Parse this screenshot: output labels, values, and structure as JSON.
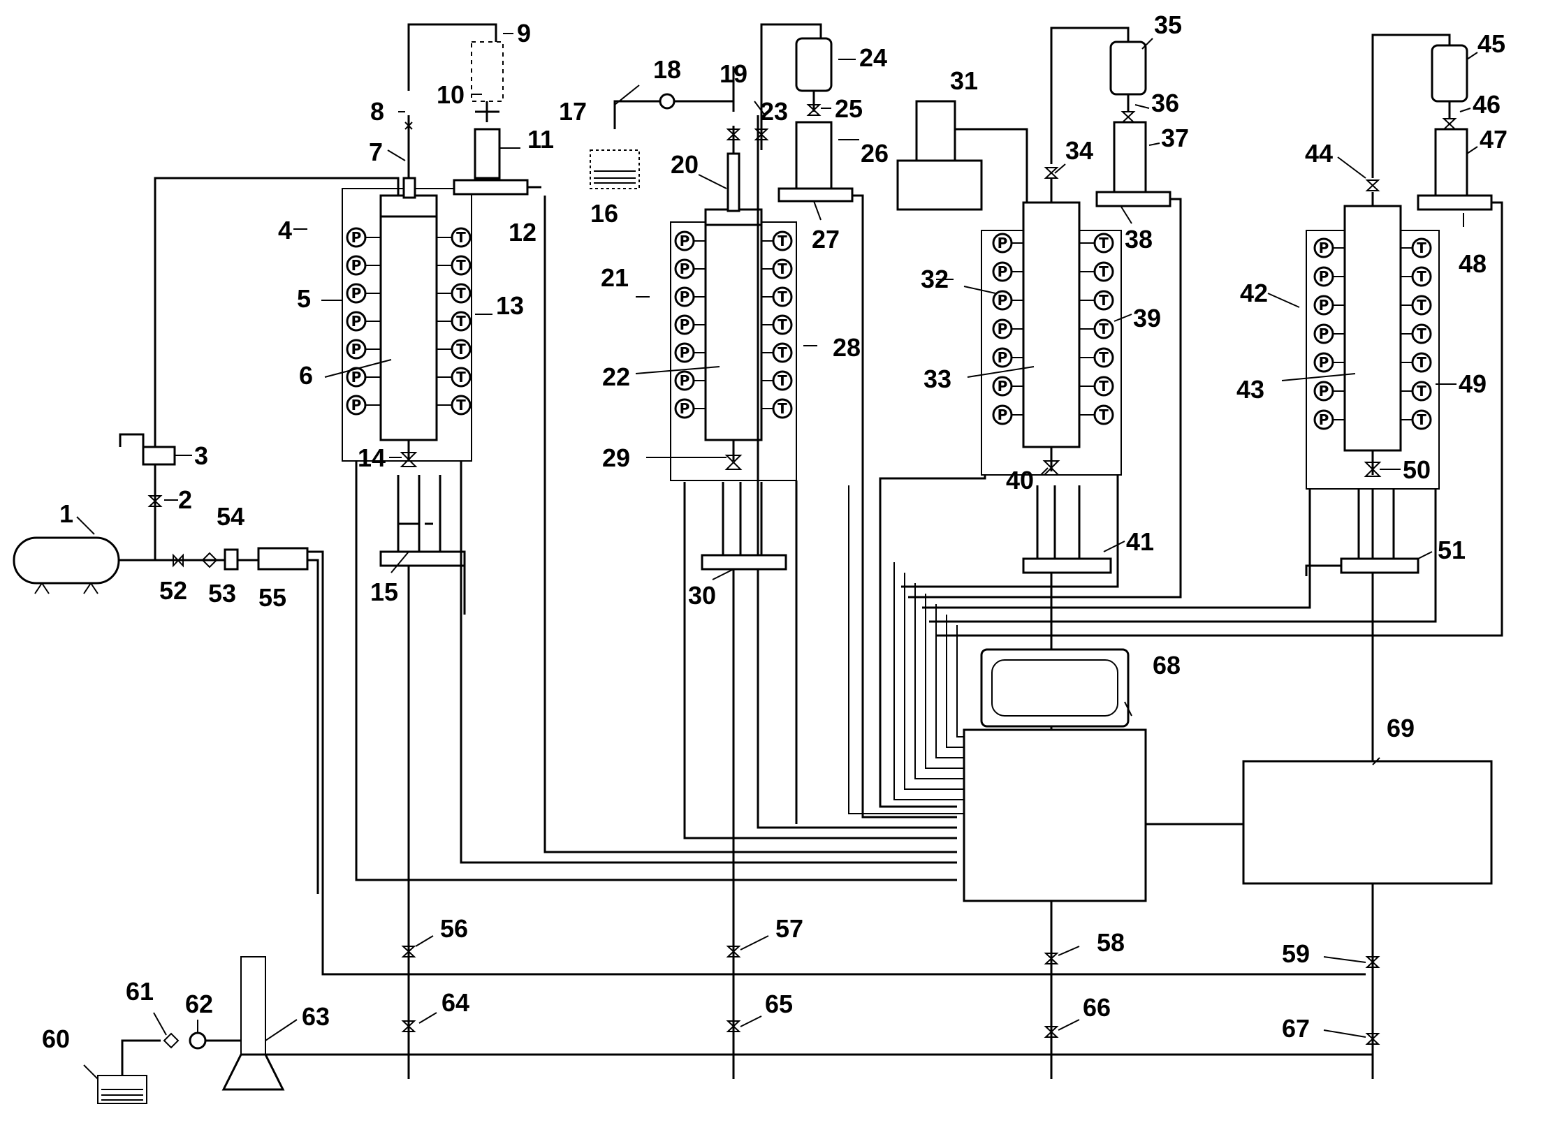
{
  "labels": {
    "n1": "1",
    "n2": "2",
    "n3": "3",
    "n4": "4",
    "n5": "5",
    "n6": "6",
    "n7": "7",
    "n8": "8",
    "n9": "9",
    "n10": "10",
    "n11": "11",
    "n12": "12",
    "n13": "13",
    "n14": "14",
    "n15": "15",
    "n16": "16",
    "n17": "17",
    "n18": "18",
    "n19": "19",
    "n20": "20",
    "n21": "21",
    "n22": "22",
    "n23": "23",
    "n24": "24",
    "n25": "25",
    "n26": "26",
    "n27": "27",
    "n28": "28",
    "n29": "29",
    "n30": "30",
    "n31": "31",
    "n32": "32",
    "n33": "33",
    "n34": "34",
    "n35": "35",
    "n36": "36",
    "n37": "37",
    "n38": "38",
    "n39": "39",
    "n40": "40",
    "n41": "41",
    "n42": "42",
    "n43": "43",
    "n44": "44",
    "n45": "45",
    "n46": "46",
    "n47": "47",
    "n48": "48",
    "n49": "49",
    "n50": "50",
    "n51": "51",
    "n52": "52",
    "n53": "53",
    "n54": "54",
    "n55": "55",
    "n56": "56",
    "n57": "57",
    "n58": "58",
    "n59": "59",
    "n60": "60",
    "n61": "61",
    "n62": "62",
    "n63": "63",
    "n64": "64",
    "n65": "65",
    "n66": "66",
    "n67": "67",
    "n68": "68",
    "n69": "69"
  },
  "gauge_letters": {
    "pressure": "P",
    "temperature": "T"
  },
  "colors": {
    "line": "#000000",
    "background": "#ffffff"
  }
}
